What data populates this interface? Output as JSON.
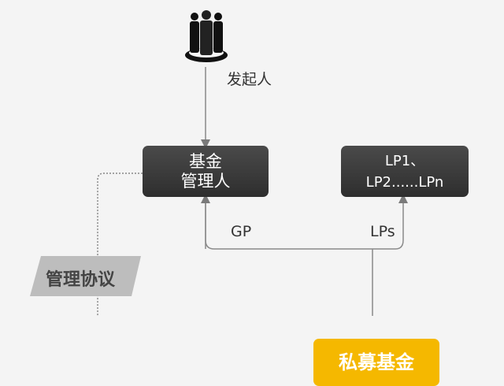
{
  "founder_label": "发起人",
  "fund_manager": {
    "line1": "基金",
    "line2": "管理人"
  },
  "lp_box": {
    "line1": "LP1、",
    "line2": "LP2......LPn"
  },
  "gp_label": "GP",
  "lps_label": "LPs",
  "agreement_label": "管理协议",
  "private_fund": "私募基金",
  "colors": {
    "dark_box": "#333333",
    "fund_box": "#f5b800",
    "line": "#808080",
    "label_tag": "#bdbdbd"
  }
}
